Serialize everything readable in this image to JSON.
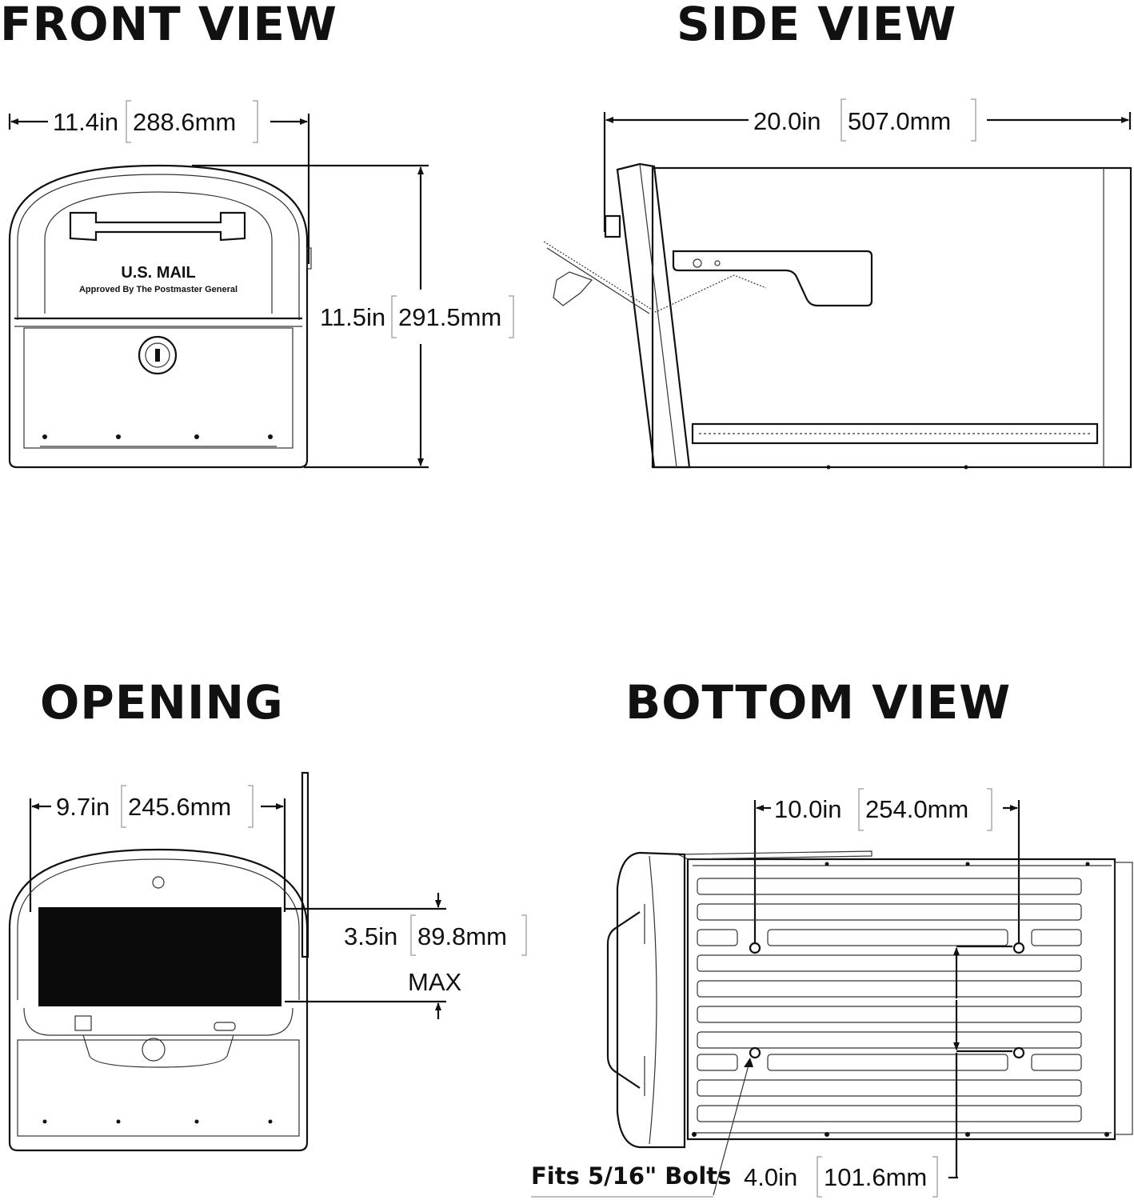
{
  "views": {
    "front": {
      "title": "FRONT VIEW",
      "width": {
        "inches": "11.4in",
        "mm": "288.6mm"
      },
      "height": {
        "inches": "11.5in",
        "mm": "291.5mm"
      },
      "label_main": "U.S. MAIL",
      "label_sub": "Approved By The Postmaster General"
    },
    "side": {
      "title": "SIDE VIEW",
      "length": {
        "inches": "20.0in",
        "mm": "507.0mm"
      }
    },
    "opening": {
      "title": "OPENING",
      "width": {
        "inches": "9.7in",
        "mm": "245.6mm"
      },
      "height": {
        "inches": "3.5in",
        "mm": "89.8mm"
      },
      "max_label": "MAX"
    },
    "bottom": {
      "title": "BOTTOM VIEW",
      "hole_spacing_long": {
        "inches": "10.0in",
        "mm": "254.0mm"
      },
      "hole_spacing_short": {
        "inches": "4.0in",
        "mm": "101.6mm"
      },
      "bolt_note": "Fits 5/16\" Bolts"
    }
  }
}
